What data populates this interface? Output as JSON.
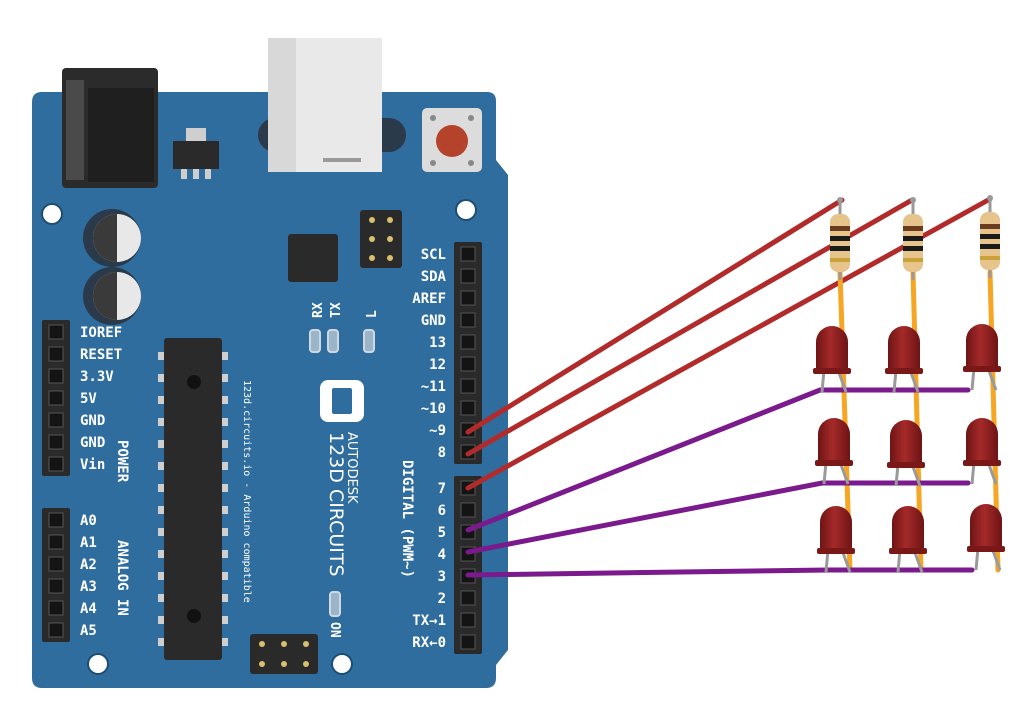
{
  "board": {
    "brand_top": "AUTODESK",
    "brand_bottom": "123D CIRCUITS",
    "compat_text": "123d.circuits.io - Arduino compatible",
    "label_rx": "RX",
    "label_tx": "TX",
    "label_l": "L",
    "label_on": "ON",
    "digital_label": "DIGITAL (PWM~)",
    "power_label": "POWER",
    "analog_label": "ANALOG IN",
    "digital_pins_top": [
      "SCL",
      "SDA",
      "AREF",
      "GND",
      "13",
      "12",
      "~11",
      "~10",
      "~9",
      "8"
    ],
    "digital_pins_bottom": [
      "7",
      "6",
      "5",
      "4",
      "3",
      "2",
      "TX→1",
      "RX←0"
    ],
    "power_pins": [
      "IOREF",
      "RESET",
      "3.3V",
      "5V",
      "GND",
      "GND",
      "Vin"
    ],
    "analog_pins": [
      "A0",
      "A1",
      "A2",
      "A3",
      "A4",
      "A5"
    ]
  },
  "colors": {
    "board": "#2f6d9e",
    "red_wire": "#b22b2b",
    "purple_wire": "#7b1a8c",
    "orange_wire": "#f6a623",
    "led": "#8b1e1e"
  }
}
